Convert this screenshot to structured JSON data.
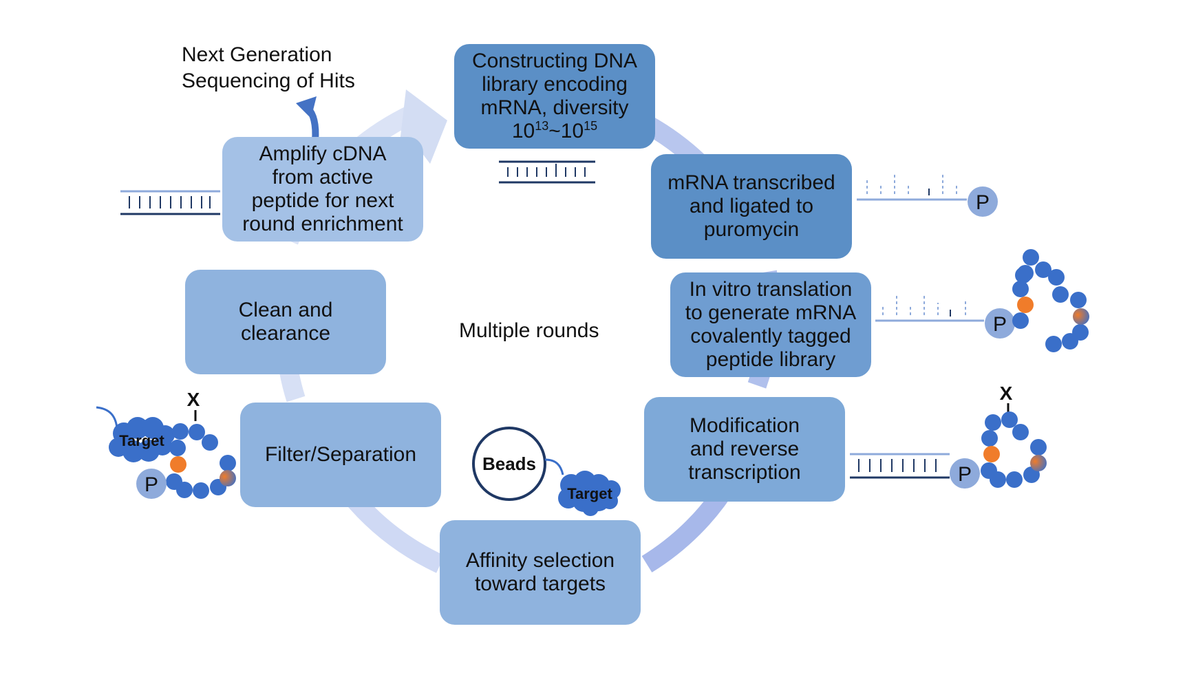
{
  "nodes": {
    "constructing": {
      "lines": [
        "Constructing DNA",
        "library encoding",
        "mRNA, diversity"
      ],
      "diversity_base1": "10",
      "diversity_exp1": "13",
      "diversity_sep": "~",
      "diversity_base2": "10",
      "diversity_exp2": "15"
    },
    "mrna_transcribed": {
      "lines": [
        "mRNA transcribed",
        "and ligated to",
        "puromycin"
      ]
    },
    "in_vitro": {
      "lines": [
        "In vitro translation",
        "to generate mRNA",
        "covalently tagged",
        "peptide library"
      ]
    },
    "modification": {
      "lines": [
        "Modification",
        "and reverse",
        "transcription"
      ]
    },
    "affinity": {
      "lines": [
        "Affinity selection",
        "toward targets"
      ]
    },
    "filter": {
      "lines": [
        "Filter/Separation"
      ]
    },
    "clean": {
      "lines": [
        "Clean and",
        "clearance"
      ]
    },
    "amplify": {
      "lines": [
        "Amplify cDNA",
        "from active",
        "peptide for next",
        "round enrichment"
      ]
    }
  },
  "center_label": "Multiple rounds",
  "ngs_label": [
    "Next Generation",
    "Sequencing of Hits"
  ],
  "molecule_labels": {
    "puromycin": "P",
    "modification_mark": "X",
    "beads": "Beads",
    "target": "Target"
  },
  "colors": {
    "cycle_arrow": "#c5d3f0",
    "dna_dark": "#1f3864",
    "rna_light": "#8eaadb",
    "bead_blue": "#3a6fc9",
    "bead_orange": "#f07c2a",
    "p_circle": "#8eaadb",
    "ngs_arrow": "#4472c4"
  }
}
